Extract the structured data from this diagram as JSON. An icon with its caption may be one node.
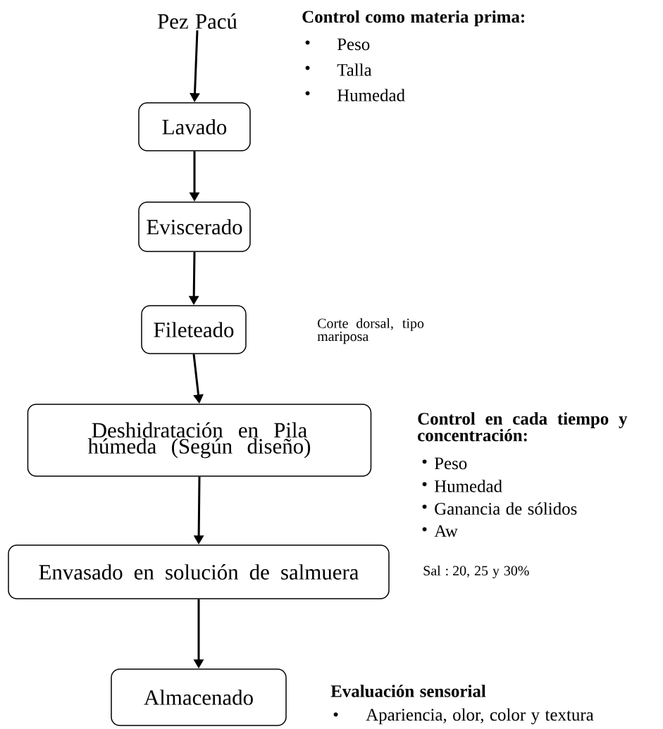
{
  "diagram": {
    "nodes": [
      {
        "text": [
          "Pez Pacú"
        ]
      },
      {
        "text": [
          "Lavado"
        ]
      },
      {
        "text": [
          "Eviscerado"
        ]
      },
      {
        "text": [
          "Fileteado"
        ]
      },
      {
        "text": [
          "Deshidratación en Pila húmeda (Según diseño)"
        ]
      },
      {
        "text": [
          "Envasado en solución de salmuera"
        ]
      },
      {
        "text": [
          "Almacenado"
        ]
      }
    ],
    "edges": [
      {
        "from": 0,
        "to": 1,
        "arrow": "to"
      },
      {
        "from": 1,
        "to": 2,
        "arrow": "to"
      },
      {
        "from": 2,
        "to": 3,
        "arrow": "to"
      },
      {
        "from": 3,
        "to": 4,
        "arrow": "to"
      },
      {
        "from": 4,
        "to": 5,
        "arrow": "to"
      },
      {
        "from": 5,
        "to": 6,
        "arrow": "to"
      }
    ],
    "labels": [
      "Control como materia prima:",
      "•",
      "Peso",
      "•",
      "Talla",
      "•",
      "Humedad",
      "Corte dorsal, tipo mariposa",
      "Control en cada tiempo y concentración:",
      "•",
      "Peso",
      "•",
      "Humedad",
      "•",
      "Ganancia de sólidos",
      "•",
      "Aw",
      "Sal : 20, 25 y 30%",
      "Evaluación sensorial",
      "•",
      "Apariencia, olor, color y textura"
    ]
  }
}
